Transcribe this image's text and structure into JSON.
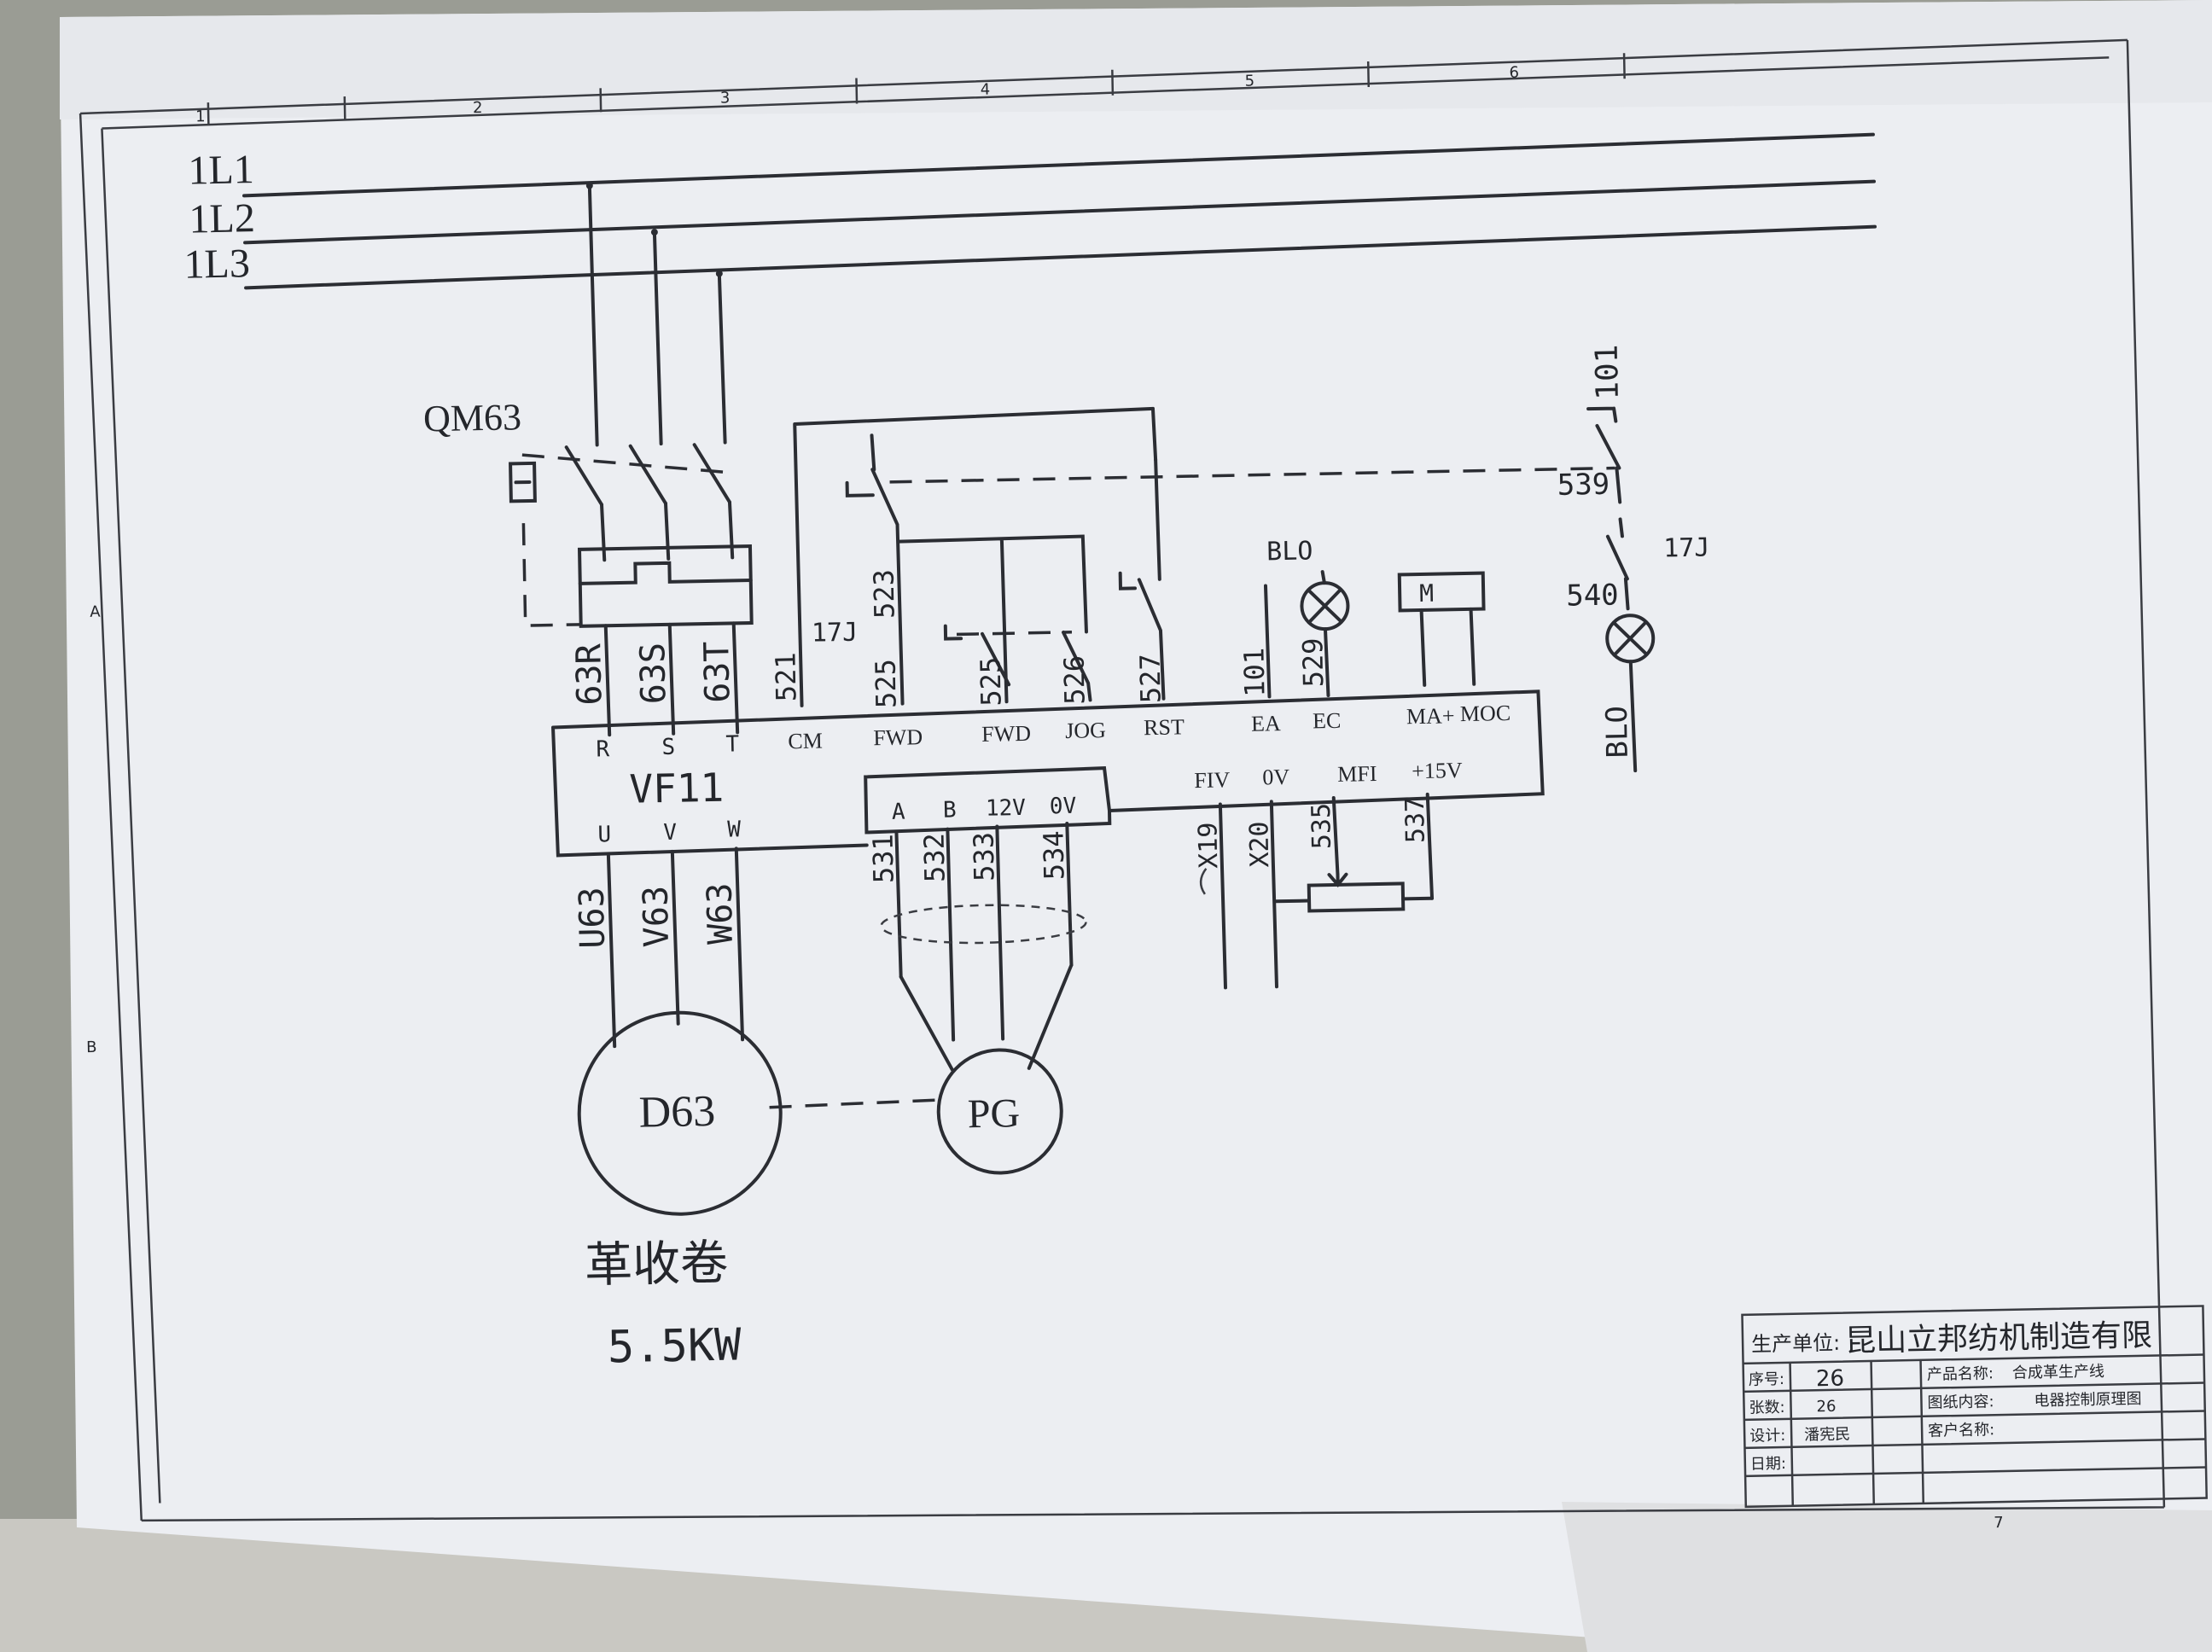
{
  "bus_lines": [
    "1L1",
    "1L2",
    "1L3"
  ],
  "frame_column_numbers": [
    "1",
    "2",
    "3",
    "4",
    "5",
    "6",
    "7"
  ],
  "frame_row_letters": [
    "A",
    "B"
  ],
  "breaker_label": "QM63",
  "drive": {
    "name": "VF11",
    "input_wires": [
      "63R",
      "63S",
      "63T"
    ],
    "input_terminals": [
      "R",
      "S",
      "T"
    ],
    "output_terminals": [
      "U",
      "V",
      "W"
    ],
    "output_wires": [
      "U63",
      "V63",
      "W63"
    ],
    "control_terminals": [
      "CM",
      "FWD",
      "FWD",
      "JOG",
      "RST",
      "EA",
      "EC",
      "MA+",
      "MOC"
    ],
    "control_wires": [
      "521",
      "525",
      "525",
      "526",
      "527",
      "101",
      "529"
    ],
    "contact_wire_523": "523",
    "relay_17j": "17J",
    "encoder_terminals": [
      "A",
      "B",
      "12V",
      "0V"
    ],
    "encoder_wires": [
      "531",
      "532",
      "533",
      "534"
    ],
    "analog_terminals": [
      "FIV",
      "0V",
      "MFI",
      "+15V"
    ],
    "analog_wires": [
      "X19",
      "X20",
      "535",
      "537"
    ],
    "meter_label": "M"
  },
  "lamps": {
    "lamp_label": "BLO",
    "right_lamp_label": "BLO"
  },
  "right_circuit": {
    "wire_top": "101",
    "wire_mid": "539",
    "wire_lamp": "540",
    "relay": "17J"
  },
  "motor": {
    "label": "D63",
    "name": "革收卷",
    "power": "5.5KW"
  },
  "encoder": {
    "label": "PG"
  },
  "title_block": {
    "producer_label": "生产单位:",
    "producer_value": "昆山立邦纺机制造有限",
    "serial_label": "序号:",
    "serial_value": "26",
    "product_label": "产品名称:",
    "product_value": "合成革生产线",
    "sheets_label": "张数:",
    "sheets_value": "26",
    "drawing_label": "图纸内容:",
    "drawing_value": "电器控制原理图",
    "design_label": "设计:",
    "design_value": "潘宪民",
    "customer_label": "客户名称:",
    "date_label": "日期:",
    "footer_number": "7"
  }
}
